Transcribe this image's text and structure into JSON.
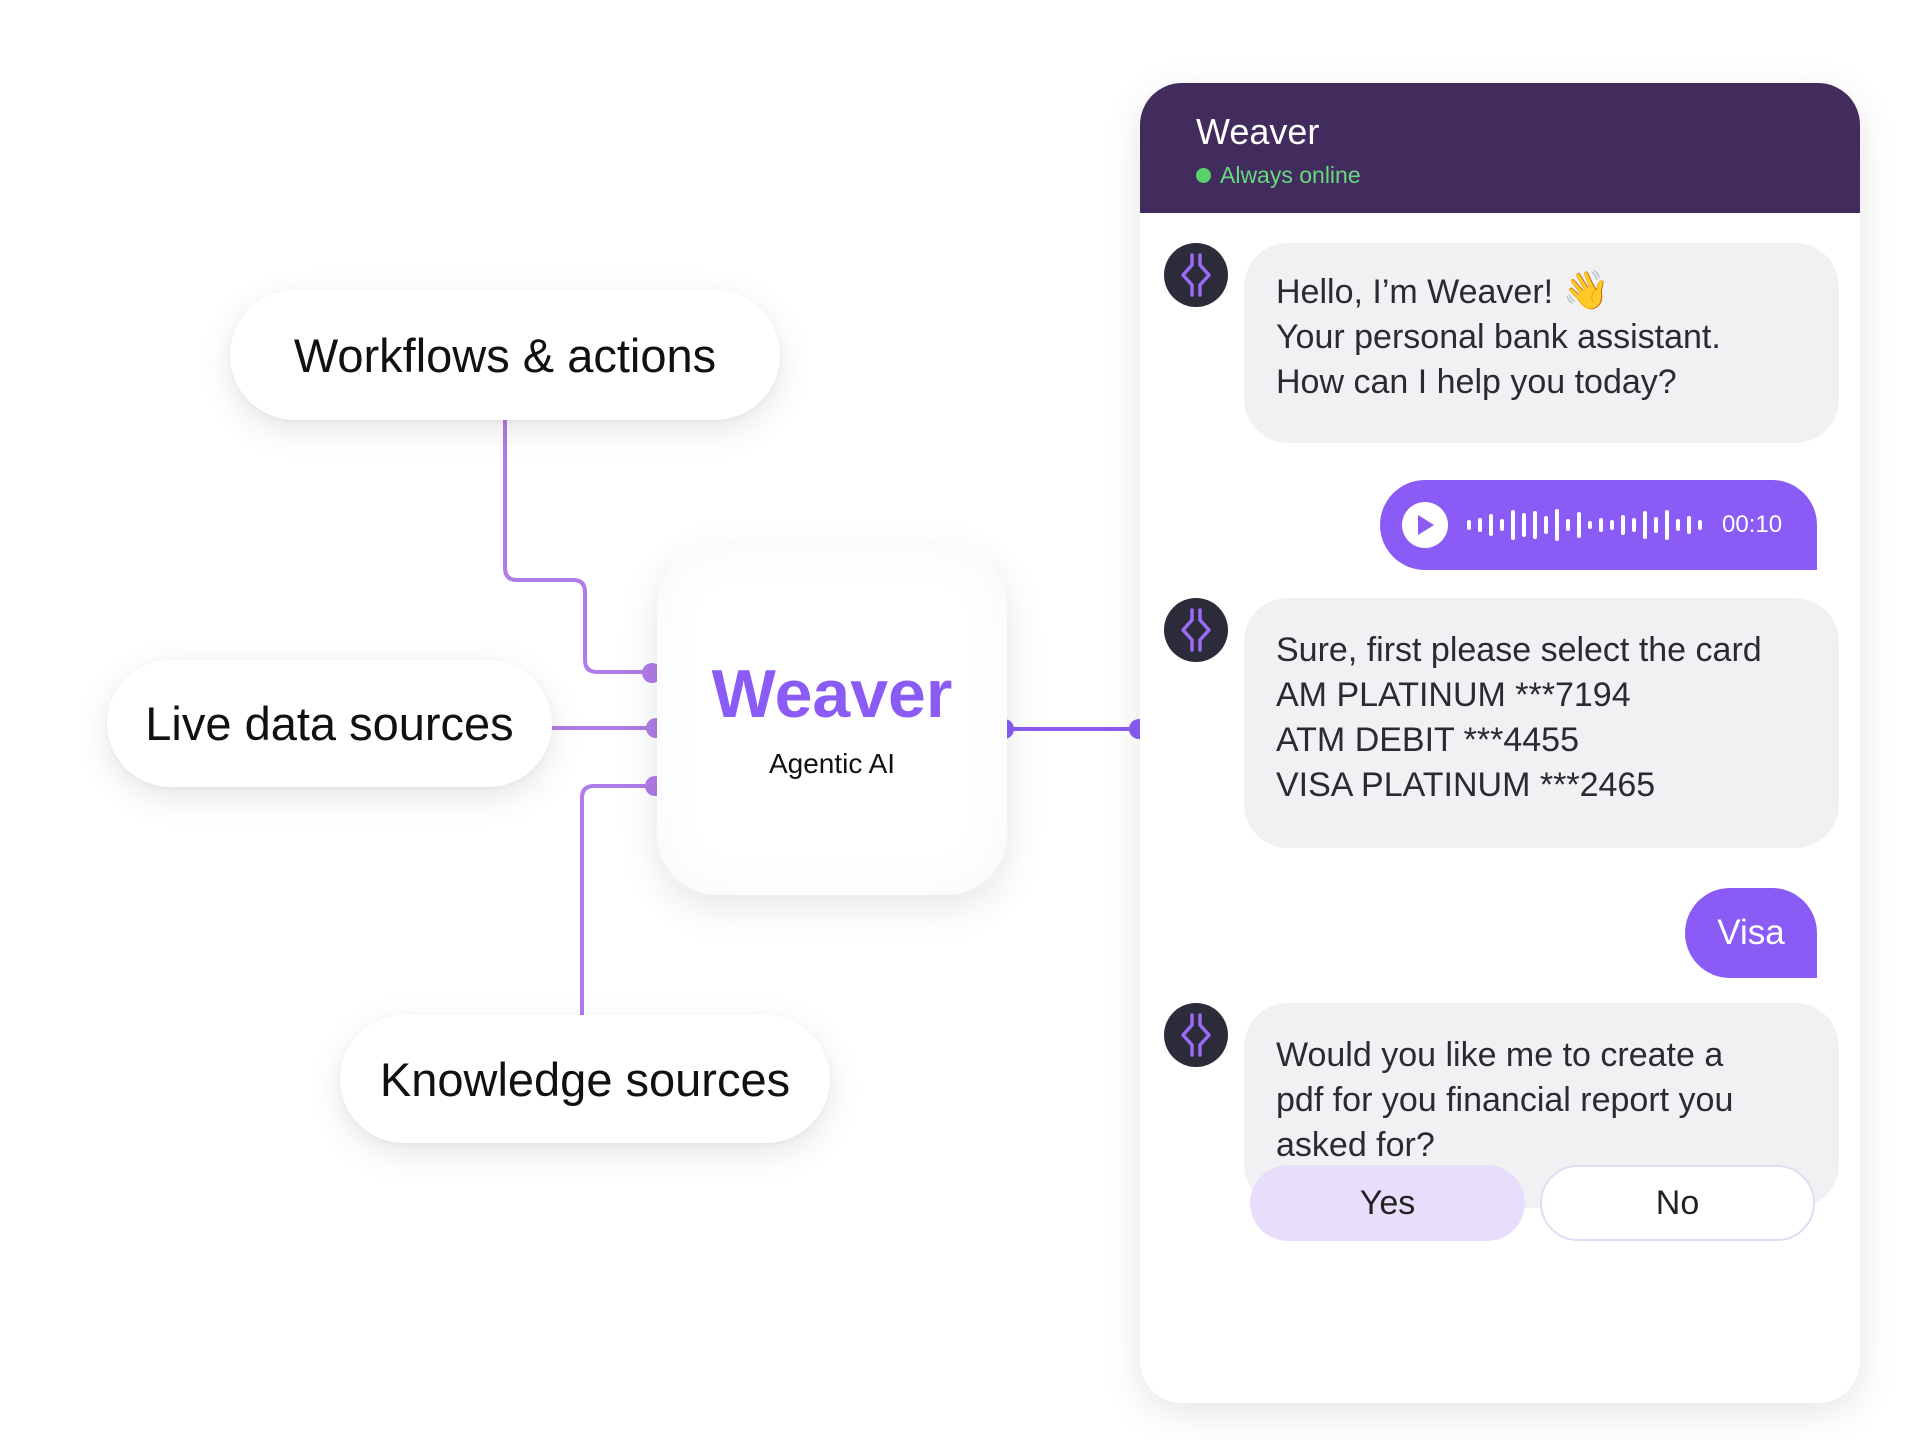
{
  "diagram": {
    "nodes": {
      "workflows": "Workflows & actions",
      "live_data": "Live data sources",
      "knowledge": "Knowledge sources"
    },
    "hub": {
      "title": "Weaver",
      "subtitle": "Agentic AI"
    }
  },
  "chat": {
    "header": {
      "title": "Weaver",
      "status": "Always online"
    },
    "messages": {
      "greeting": [
        "Hello, I’m Weaver!",
        "Your personal bank assistant.",
        "How can I help you today?"
      ],
      "greeting_emoji": "👋",
      "voice_duration": "00:10",
      "cards": [
        "Sure, first please select the card",
        "AM PLATINUM ***7194",
        "ATM DEBIT ***4455",
        "VISA PLATINUM ***2465"
      ],
      "user_reply": "Visa",
      "question": [
        "Would you like me to create a",
        "pdf for you financial report you",
        "asked for?"
      ]
    },
    "buttons": {
      "yes": "Yes",
      "no": "No"
    }
  },
  "colors": {
    "accent": "#8a5cf5",
    "connector": "#b07ce8",
    "header_bg": "#412c5d",
    "status": "#56d36a"
  }
}
